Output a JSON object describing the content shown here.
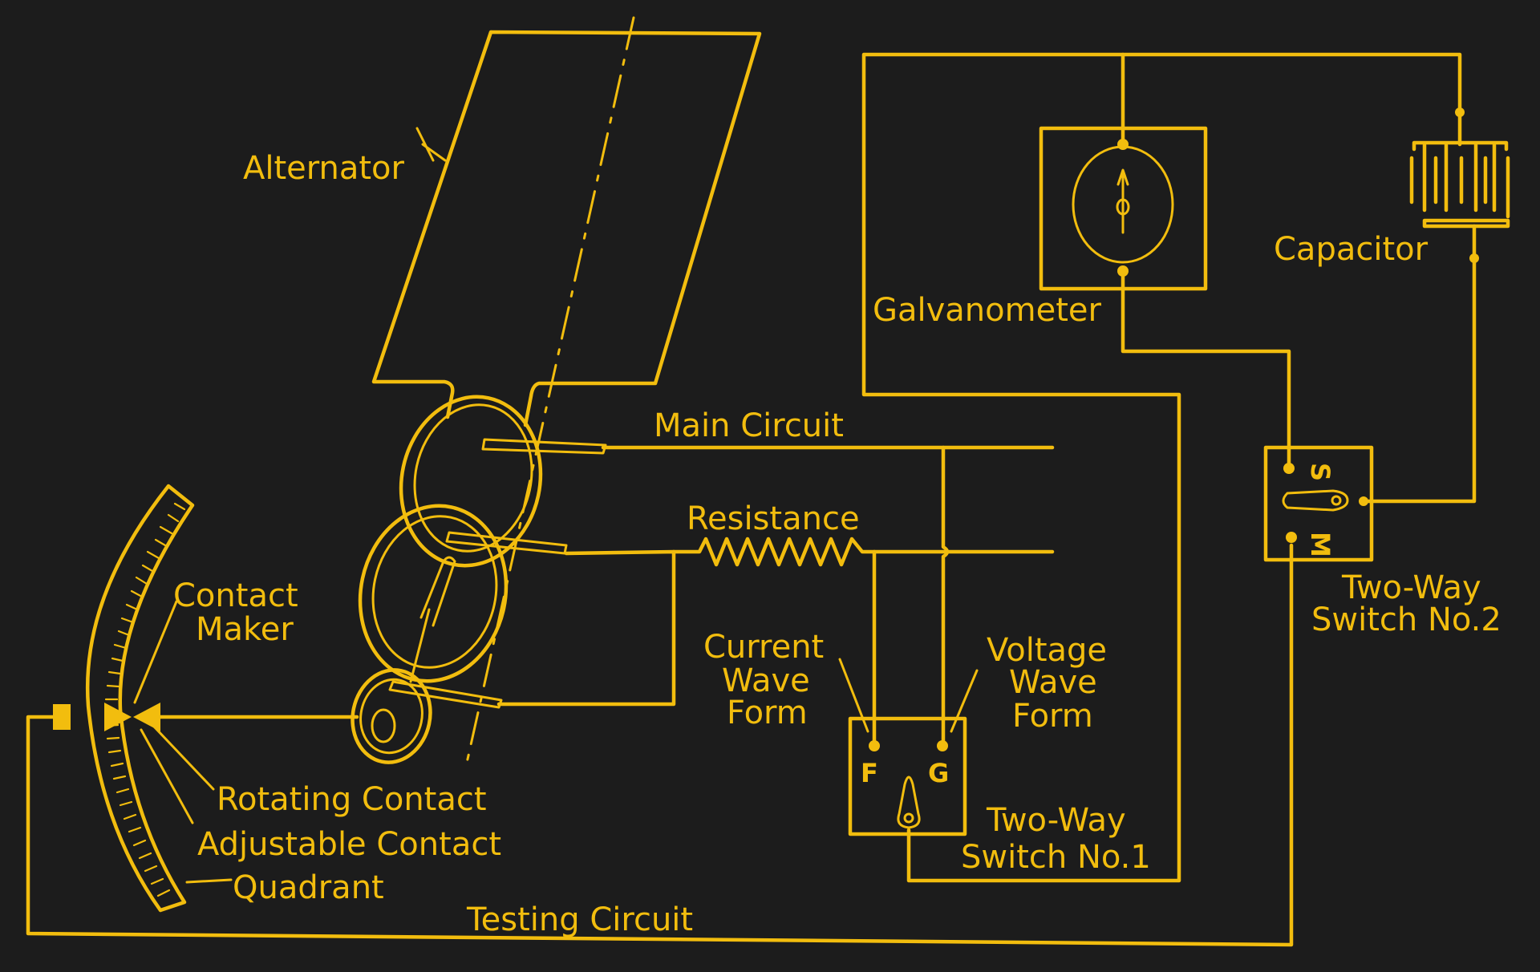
{
  "diagram": {
    "title": "Contact maker wave form testing circuit",
    "accent_color": "#f2bd0e",
    "background_color": "#1c1c1c",
    "labels": {
      "alternator": "Alternator",
      "main_circuit": "Main Circuit",
      "resistance": "Resistance",
      "contact_maker_1": "Contact",
      "contact_maker_2": "Maker",
      "rotating_contact": "Rotating Contact",
      "adjustable_contact": "Adjustable Contact",
      "quadrant": "Quadrant",
      "testing_circuit": "Testing Circuit",
      "current_wave_form_1": "Current",
      "current_wave_form_2": "Wave",
      "current_wave_form_3": "Form",
      "voltage_wave_form_1": "Voltage",
      "voltage_wave_form_2": "Wave",
      "voltage_wave_form_3": "Form",
      "switch1_line1": "Two-Way",
      "switch1_line2": "Switch No.1",
      "switch2_line1": "Two-Way",
      "switch2_line2": "Switch No.2",
      "galvanometer": "Galvanometer",
      "capacitor": "Capacitor"
    },
    "switch1_terminals": {
      "f": "F",
      "g": "G"
    },
    "switch2_terminals": {
      "s": "S",
      "m": "M"
    }
  }
}
